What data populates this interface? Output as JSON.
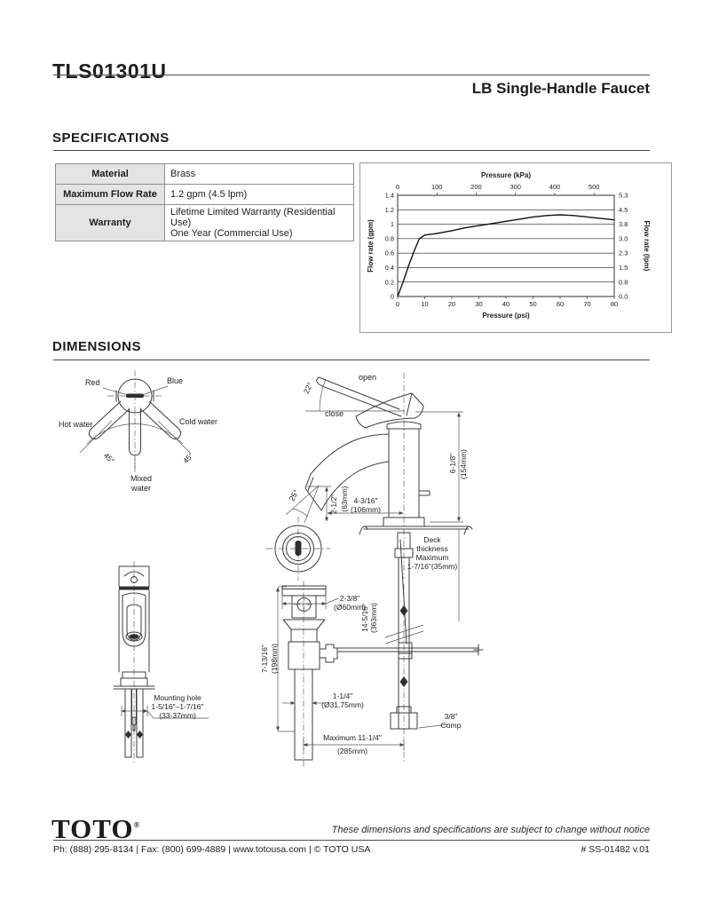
{
  "header": {
    "model": "TLS01301U",
    "product": "LB Single-Handle Faucet"
  },
  "sections": {
    "specifications": "SPECIFICATIONS",
    "dimensions": "DIMENSIONS"
  },
  "spec_table": {
    "rows": [
      {
        "label": "Material",
        "value_lines": [
          "Brass"
        ]
      },
      {
        "label": "Maximum Flow Rate",
        "value_lines": [
          "1.2 gpm (4.5 lpm)"
        ]
      },
      {
        "label": "Warranty",
        "value_lines": [
          "Lifetime Limited Warranty (Residential Use)",
          "One Year (Commercial Use)"
        ]
      }
    ]
  },
  "chart_data": {
    "type": "line",
    "title_top_axis": "Pressure (kPa)",
    "xlabel": "Pressure (psi)",
    "ylabel_left": "Flow rate (gpm)",
    "ylabel_right": "Flow rate (lpm)",
    "xlim": [
      0,
      80
    ],
    "ylim": [
      0,
      1.4
    ],
    "kpa_per_psi": 6.89476,
    "x_psi_ticks": [
      0,
      10,
      20,
      30,
      40,
      50,
      60,
      70,
      80
    ],
    "x_kpa_ticks": [
      0,
      100,
      200,
      300,
      400,
      500
    ],
    "y_gpm_ticks": [
      "0",
      "0.2",
      "0.4",
      "0.6",
      "0.8",
      "1",
      "1.2",
      "1.4"
    ],
    "y_lpm_ticks": [
      "0.0",
      "0.8",
      "1.5",
      "2.3",
      "3.0",
      "3.8",
      "4.5",
      "5.3"
    ],
    "grid": "horizontal",
    "legend": "none",
    "series": [
      {
        "name": "Flow rate vs pressure",
        "x": [
          0,
          2,
          4,
          6,
          8,
          10,
          14,
          20,
          25,
          30,
          35,
          40,
          45,
          50,
          55,
          60,
          65,
          70,
          75,
          80
        ],
        "y": [
          0,
          0.2,
          0.42,
          0.62,
          0.8,
          0.85,
          0.87,
          0.91,
          0.95,
          0.98,
          1.01,
          1.04,
          1.07,
          1.1,
          1.12,
          1.13,
          1.12,
          1.1,
          1.08,
          1.06
        ]
      }
    ]
  },
  "diagram": {
    "labels": {
      "red": "Red",
      "blue": "Blue",
      "hot": "Hot water",
      "cold": "Cold water",
      "deg45l": "45°",
      "deg45r": "45°",
      "mixed": "Mixed\nwater",
      "open": "open",
      "close": "close",
      "deg22": "22°",
      "deg25": "25°",
      "spout_height_in": "2-1/2\"",
      "spout_height_mm": "(63mm)",
      "reach": "4-3/16\"\n(106mm)",
      "total_height_in": "6-1/8\"",
      "total_height_mm": "(154mm)",
      "deck": "Deck\nthickness\nMaximum\n1-7/16\"(35mm)",
      "mount": "Mounting hole\n1-5/16\"–1-7/16\"\n(33-37mm)",
      "flange": "2-3/8\"\n(Ø60mm)",
      "drain_height_in": "7-13/16\"",
      "drain_height_mm": "(198mm)",
      "supply_length_in": "14-5/16\"",
      "supply_length_mm": "(363mm)",
      "tailpiece": "1-1/4\"\n(Ø31.75mm)",
      "comp": "3/8\"\nComp",
      "max_reach_line1": "Maximum 11-1/4\"",
      "max_reach_line2": "(285mm)"
    }
  },
  "footer": {
    "logo": "TOTO",
    "reg": "®",
    "notice": "These dimensions and specifications are subject to change without notice",
    "contact": "Ph: (888) 295-8134 | Fax: (800) 699-4889 | www.totousa.com | © TOTO USA",
    "doc_number": "# SS-01482 v.01"
  }
}
